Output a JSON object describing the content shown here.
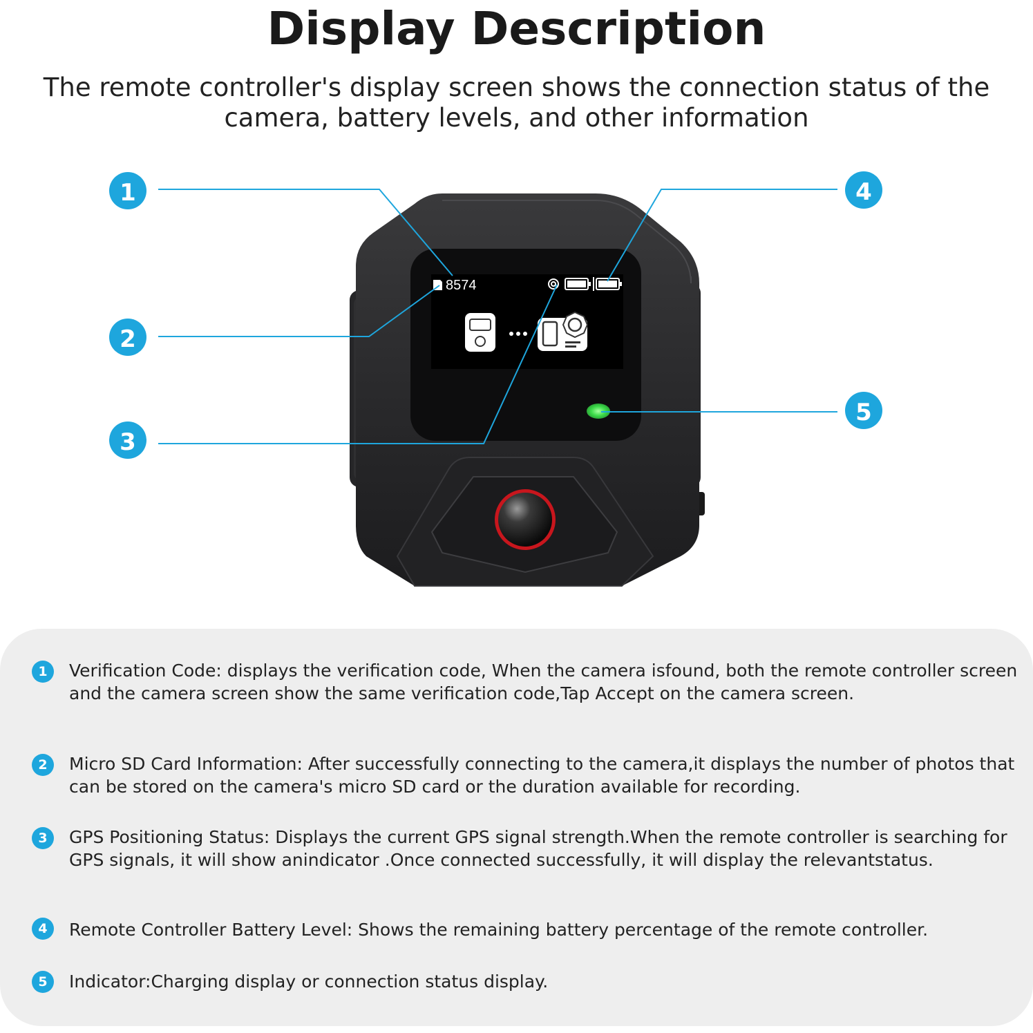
{
  "title": "Display Description",
  "subtitle": "The remote controller's display screen shows the connection status of the camera, battery levels, and other information",
  "screen": {
    "code": "8574"
  },
  "callouts": [
    "1",
    "2",
    "3",
    "4",
    "5"
  ],
  "items": [
    {
      "num": "1",
      "text": "Verification Code: displays the verification code, When the camera isfound, both the remote controller screen and the camera screen show the same verification code,Tap Accept on the camera screen."
    },
    {
      "num": "2",
      "text": "Micro SD Card Information: After successfully connecting to the camera,it displays the number of photos that can be stored on the camera's micro SD card or the duration available for recording."
    },
    {
      "num": "3",
      "text": "GPS Positioning Status: Displays the current GPS signal strength.When the remote controller is searching for GPS signals, it will show anindicator .Once connected successfully, it will display the relevantstatus."
    },
    {
      "num": "4",
      "text": "Remote Controller Battery Level: Shows the remaining battery percentage of the remote controller."
    },
    {
      "num": "5",
      "text": "Indicator:Charging display or connection status display."
    }
  ],
  "colors": {
    "accent": "#1ea6dd",
    "led": "#3ddc4a",
    "button_ring": "#c8161d"
  }
}
